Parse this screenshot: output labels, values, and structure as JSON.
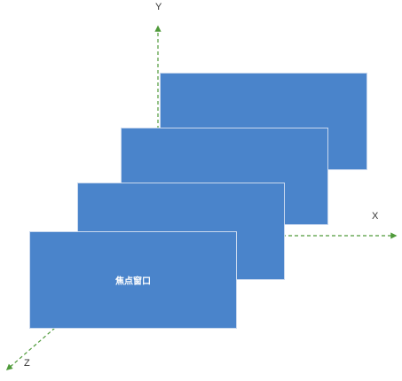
{
  "axes": {
    "x_label": "X",
    "y_label": "Y",
    "z_label": "Z"
  },
  "windows": [
    {
      "id": "back"
    },
    {
      "id": "middle-back"
    },
    {
      "id": "middle-front"
    },
    {
      "id": "front",
      "label": "焦点窗口"
    }
  ],
  "colors": {
    "window_fill": "#4a84cb",
    "window_border": "#c9d8ee",
    "axis_line": "#4f9a3a",
    "label_text": "#333333",
    "title_text": "#ffffff"
  }
}
